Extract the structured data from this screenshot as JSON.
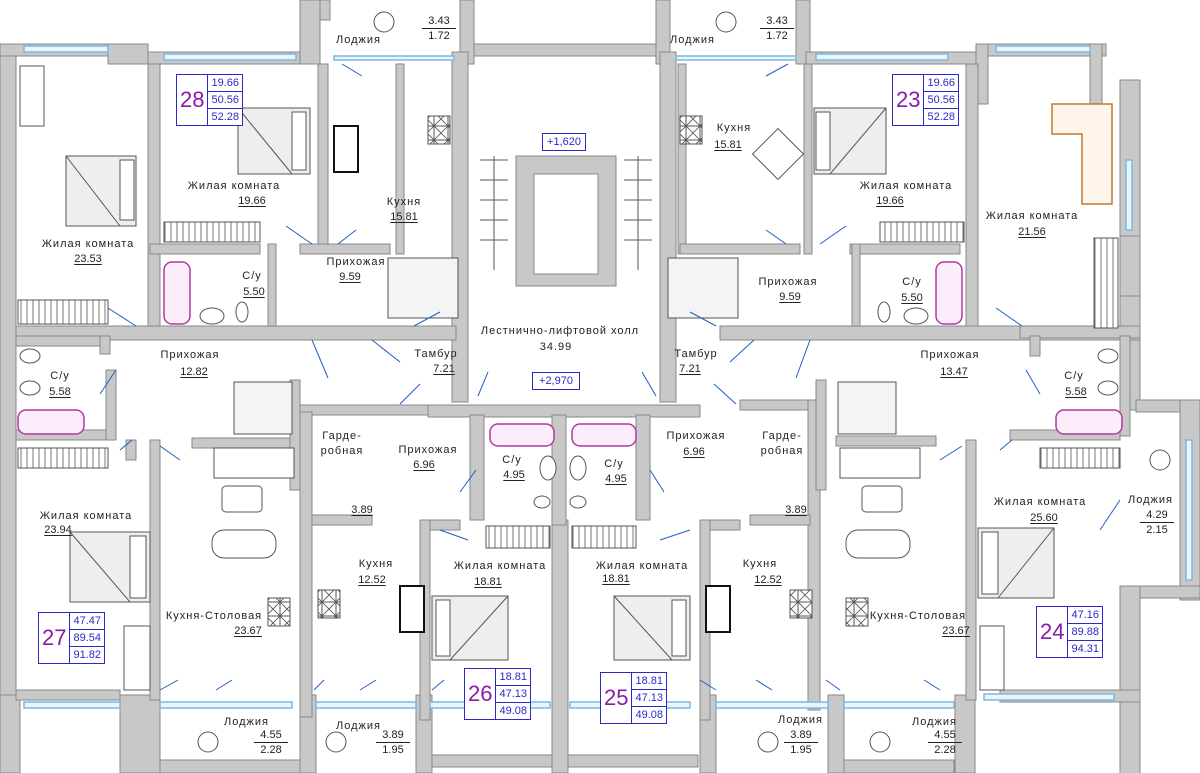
{
  "level_marks": {
    "top": "+1,620",
    "mid": "+2,970"
  },
  "apartments": [
    {
      "number": "28",
      "living": "19.66",
      "area": "50.56",
      "total": "52.28"
    },
    {
      "number": "23",
      "living": "19.66",
      "area": "50.56",
      "total": "52.28"
    },
    {
      "number": "27",
      "living": "47.47",
      "area": "89.54",
      "total": "91.82"
    },
    {
      "number": "26",
      "living": "18.81",
      "area": "47.13",
      "total": "49.08"
    },
    {
      "number": "25",
      "living": "18.81",
      "area": "47.13",
      "total": "49.08"
    },
    {
      "number": "24",
      "living": "47.16",
      "area": "89.88",
      "total": "94.31"
    }
  ],
  "rooms": {
    "living_23_53": {
      "name": "Жилая комната",
      "area": "23.53"
    },
    "living_19_66_a": {
      "name": "Жилая комната",
      "area": "19.66"
    },
    "kitchen_15_81_a": {
      "name": "Кухня",
      "area": "15.81"
    },
    "hall_9_59_a": {
      "name": "Прихожая",
      "area": "9.59"
    },
    "wc_5_50_a": {
      "name": "С/у",
      "area": "5.50"
    },
    "hall_12_82": {
      "name": "Прихожая",
      "area": "12.82"
    },
    "wc_5_58_a": {
      "name": "С/у",
      "area": "5.58"
    },
    "lobby": {
      "name": "Лестнично-лифтовой холл",
      "area": "34.99"
    },
    "vest_a": {
      "name": "Тамбур",
      "area": "7.21"
    },
    "vest_b": {
      "name": "Тамбур",
      "area": "7.21"
    },
    "kitchen_15_81_b": {
      "name": "Кухня",
      "area": "15.81"
    },
    "living_19_66_b": {
      "name": "Жилая комната",
      "area": "19.66"
    },
    "living_21_56": {
      "name": "Жилая комната",
      "area": "21.56"
    },
    "hall_9_59_b": {
      "name": "Прихожая",
      "area": "9.59"
    },
    "wc_5_50_b": {
      "name": "С/у",
      "area": "5.50"
    },
    "hall_13_47": {
      "name": "Прихожая",
      "area": "13.47"
    },
    "wc_5_58_b": {
      "name": "С/у",
      "area": "5.58"
    },
    "living_23_94": {
      "name": "Жилая комната",
      "area": "23.94"
    },
    "kitchen_dining_a": {
      "name": "Кухня-Столовая",
      "area": "23.67"
    },
    "wardrobe_a": {
      "name1": "Гарде-",
      "name2": "робная",
      "area": "3.89"
    },
    "hall_6_96_a": {
      "name": "Прихожая",
      "area": "6.96"
    },
    "wc_4_95_a": {
      "name": "С/у",
      "area": "4.95"
    },
    "wc_4_95_b": {
      "name": "С/у",
      "area": "4.95"
    },
    "hall_6_96_b": {
      "name": "Прихожая",
      "area": "6.96"
    },
    "wardrobe_b": {
      "name1": "Гарде-",
      "name2": "робная",
      "area": "3.89"
    },
    "kitchen_12_52_a": {
      "name": "Кухня",
      "area": "12.52"
    },
    "living_18_81_a": {
      "name": "Жилая комната",
      "area": "18.81"
    },
    "living_18_81_b": {
      "name": "Жилая комната",
      "area": "18.81"
    },
    "kitchen_12_52_b": {
      "name": "Кухня",
      "area": "12.52"
    },
    "kitchen_dining_b": {
      "name": "Кухня-Столовая",
      "area": "23.67"
    },
    "living_25_60": {
      "name": "Жилая комната",
      "area": "25.60"
    }
  },
  "loggias": [
    {
      "name": "Лоджия",
      "top": "3.43",
      "bottom": "1.72"
    },
    {
      "name": "Лоджия",
      "top": "3.43",
      "bottom": "1.72"
    },
    {
      "name": "Лоджия",
      "top": "4.29",
      "bottom": "2.15"
    },
    {
      "name": "Лоджия",
      "top": "4.55",
      "bottom": "2.28"
    },
    {
      "name": "Лоджия",
      "top": "3.89",
      "bottom": "1.95"
    },
    {
      "name": "Лоджия",
      "top": "3.89",
      "bottom": "1.95"
    },
    {
      "name": "Лоджия",
      "top": "4.55",
      "bottom": "2.28"
    }
  ],
  "colors": {
    "wall": "#c8c8c8",
    "wall_edge": "#888888",
    "label_blue": "#2a2ac8",
    "apt_number": "#8a1aa8",
    "bath": "#b03aa0",
    "sofa": "#c07a30",
    "window": "#7ab8e0",
    "door_arc": "#2060c0"
  }
}
